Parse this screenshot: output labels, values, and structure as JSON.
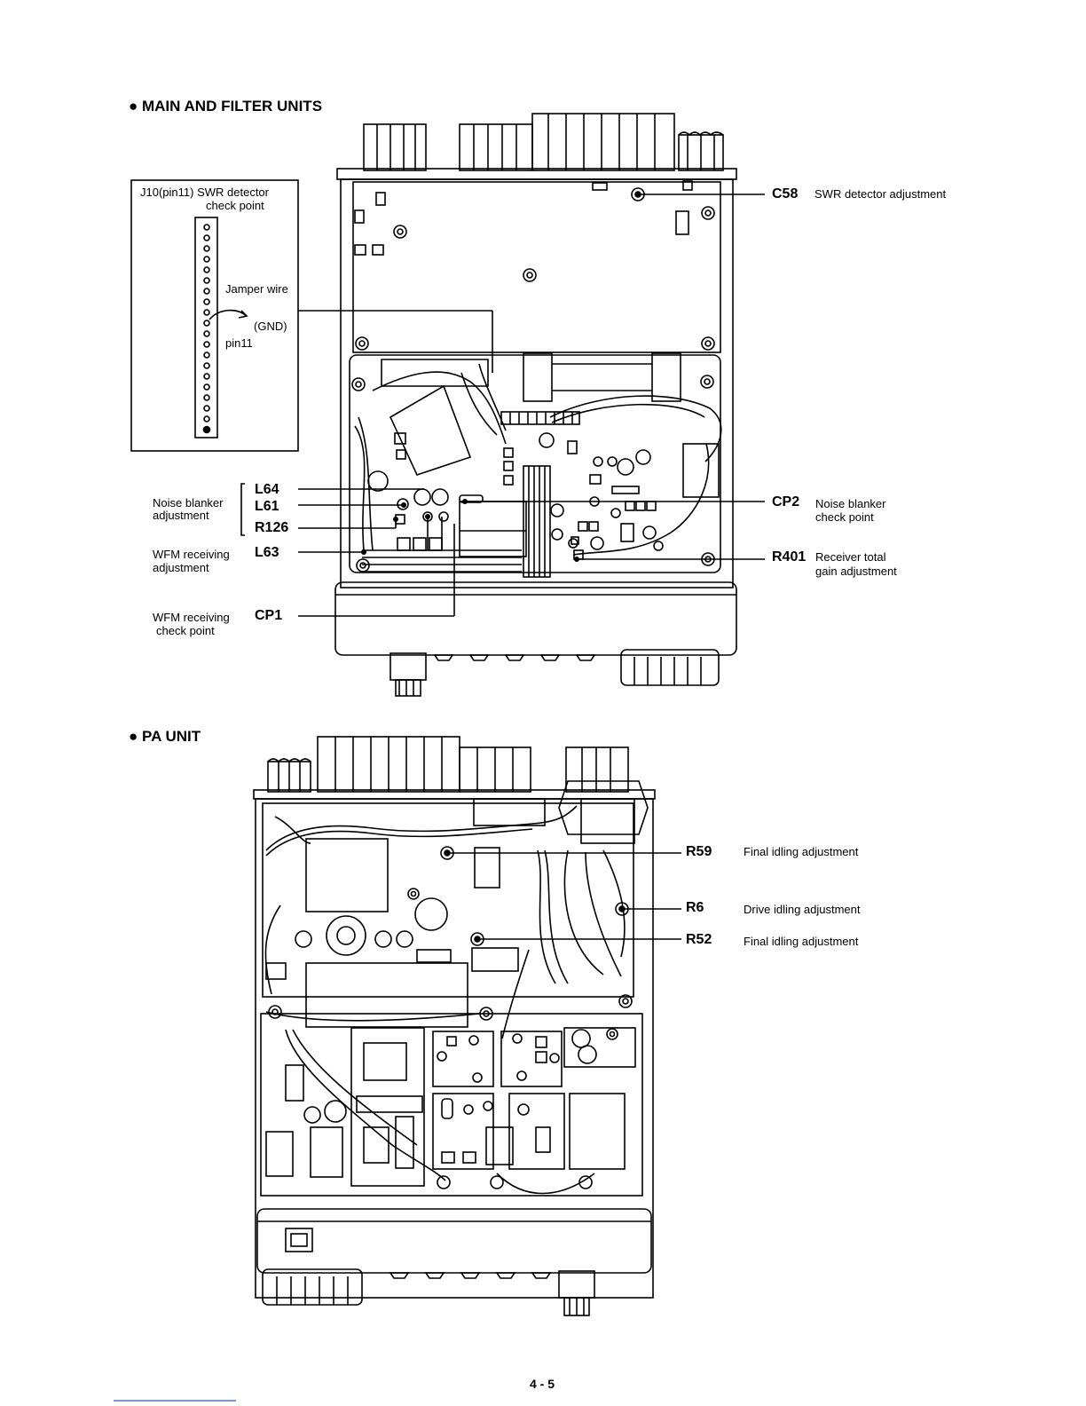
{
  "sections": {
    "main_heading": "● MAIN AND FILTER UNITS",
    "pa_heading": "● PA UNIT"
  },
  "inset": {
    "title_line1": "J10(pin11) SWR detector",
    "title_line2": "check point",
    "jumper": "Jamper wire",
    "gnd": "(GND)",
    "pin": "pin11"
  },
  "main_callouts": {
    "c58": {
      "ref": "C58",
      "desc": "SWR detector adjustment"
    },
    "noise_blanker_adj": {
      "line1": "Noise blanker",
      "line2": "adjustment"
    },
    "l64": "L64",
    "l61": "L61",
    "r126": "R126",
    "wfm_adj": {
      "line1": "WFM receiving",
      "line2": "adjustment"
    },
    "l63": "L63",
    "wfm_check": {
      "line1": "WFM receiving",
      "line2": "check point"
    },
    "cp1": "CP1",
    "cp2": {
      "ref": "CP2",
      "line1": "Noise blanker",
      "line2": "check point"
    },
    "r401": {
      "ref": "R401",
      "line1": "Receiver total",
      "line2": "gain adjustment"
    }
  },
  "pa_callouts": {
    "r59": {
      "ref": "R59",
      "desc": "Final idling adjustment"
    },
    "r6": {
      "ref": "R6",
      "desc": "Drive idling adjustment"
    },
    "r52": {
      "ref": "R52",
      "desc": "Final idling adjustment"
    }
  },
  "footer": {
    "page_number": "4 - 5"
  }
}
